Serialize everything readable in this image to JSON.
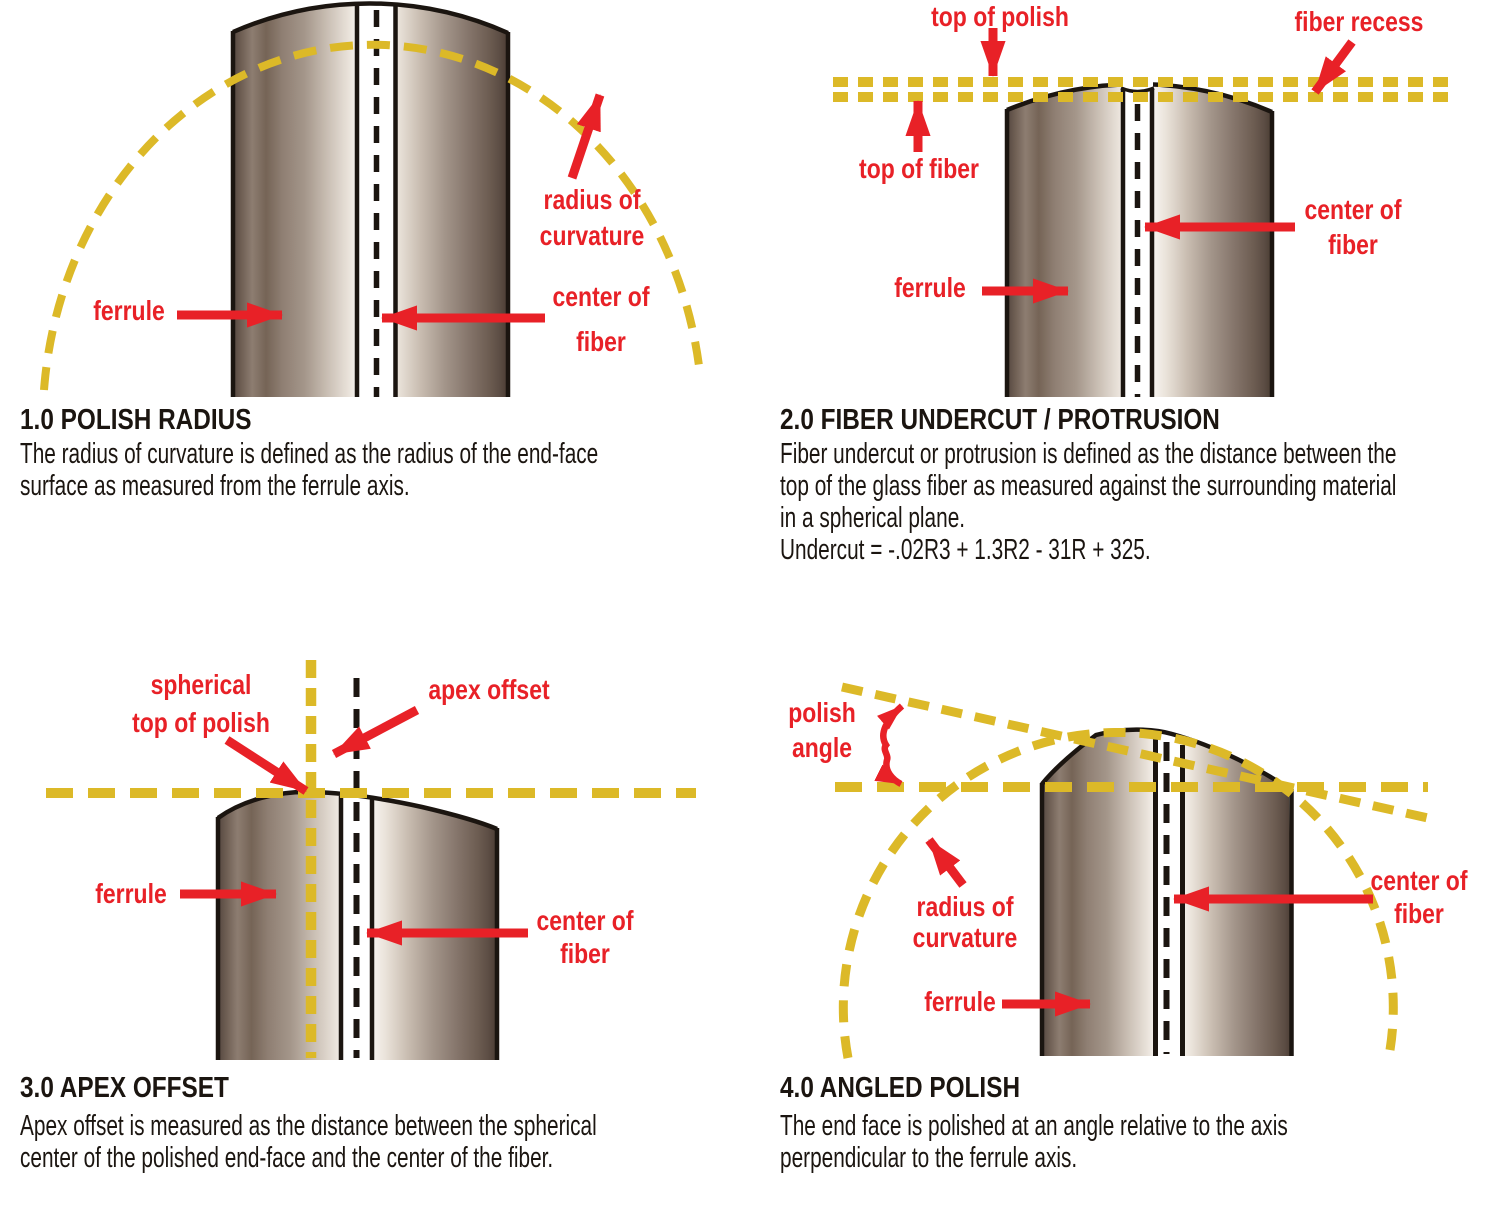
{
  "colors": {
    "accent_yellow": "#dcb928",
    "label_red": "#e82127",
    "ink_black": "#1b1510"
  },
  "panels": {
    "polish_radius": {
      "title": "1.0 POLISH RADIUS",
      "body": [
        "The radius of curvature is defined as the radius of the end-face",
        "surface as measured from the ferrule axis."
      ],
      "labels": {
        "ferrule": "ferrule",
        "radius_of_curvature": [
          "radius of",
          "curvature"
        ],
        "center_of_fiber": [
          "center of",
          "fiber"
        ]
      }
    },
    "fiber_undercut": {
      "title": "2.0 FIBER UNDERCUT / PROTRUSION",
      "body": [
        "Fiber undercut or protrusion is defined as the distance between the",
        "top of the glass fiber as measured against the surrounding material",
        "in a spherical plane.",
        "Undercut = -.02R3 + 1.3R2 - 31R + 325."
      ],
      "labels": {
        "top_of_polish": "top of polish",
        "fiber_recess": "fiber recess",
        "top_of_fiber": "top of fiber",
        "center_of_fiber": [
          "center of",
          "fiber"
        ],
        "ferrule": "ferrule"
      }
    },
    "apex_offset": {
      "title": "3.0 APEX OFFSET",
      "body": [
        "Apex offset is measured as the distance between the spherical",
        "center of the polished end-face and the center of the fiber."
      ],
      "labels": {
        "spherical_top_of_polish": [
          "spherical",
          "top of polish"
        ],
        "apex_offset": "apex offset",
        "ferrule": "ferrule",
        "center_of_fiber": [
          "center of",
          "fiber"
        ]
      }
    },
    "angled_polish": {
      "title": "4.0 ANGLED POLISH",
      "body": [
        "The end face is polished at an angle relative to the axis",
        "perpendicular to the ferrule axis."
      ],
      "labels": {
        "polish_angle": [
          "polish",
          "angle"
        ],
        "radius_of_curvature": [
          "radius of",
          "curvature"
        ],
        "ferrule": "ferrule",
        "center_of_fiber": [
          "center of",
          "fiber"
        ]
      }
    }
  }
}
